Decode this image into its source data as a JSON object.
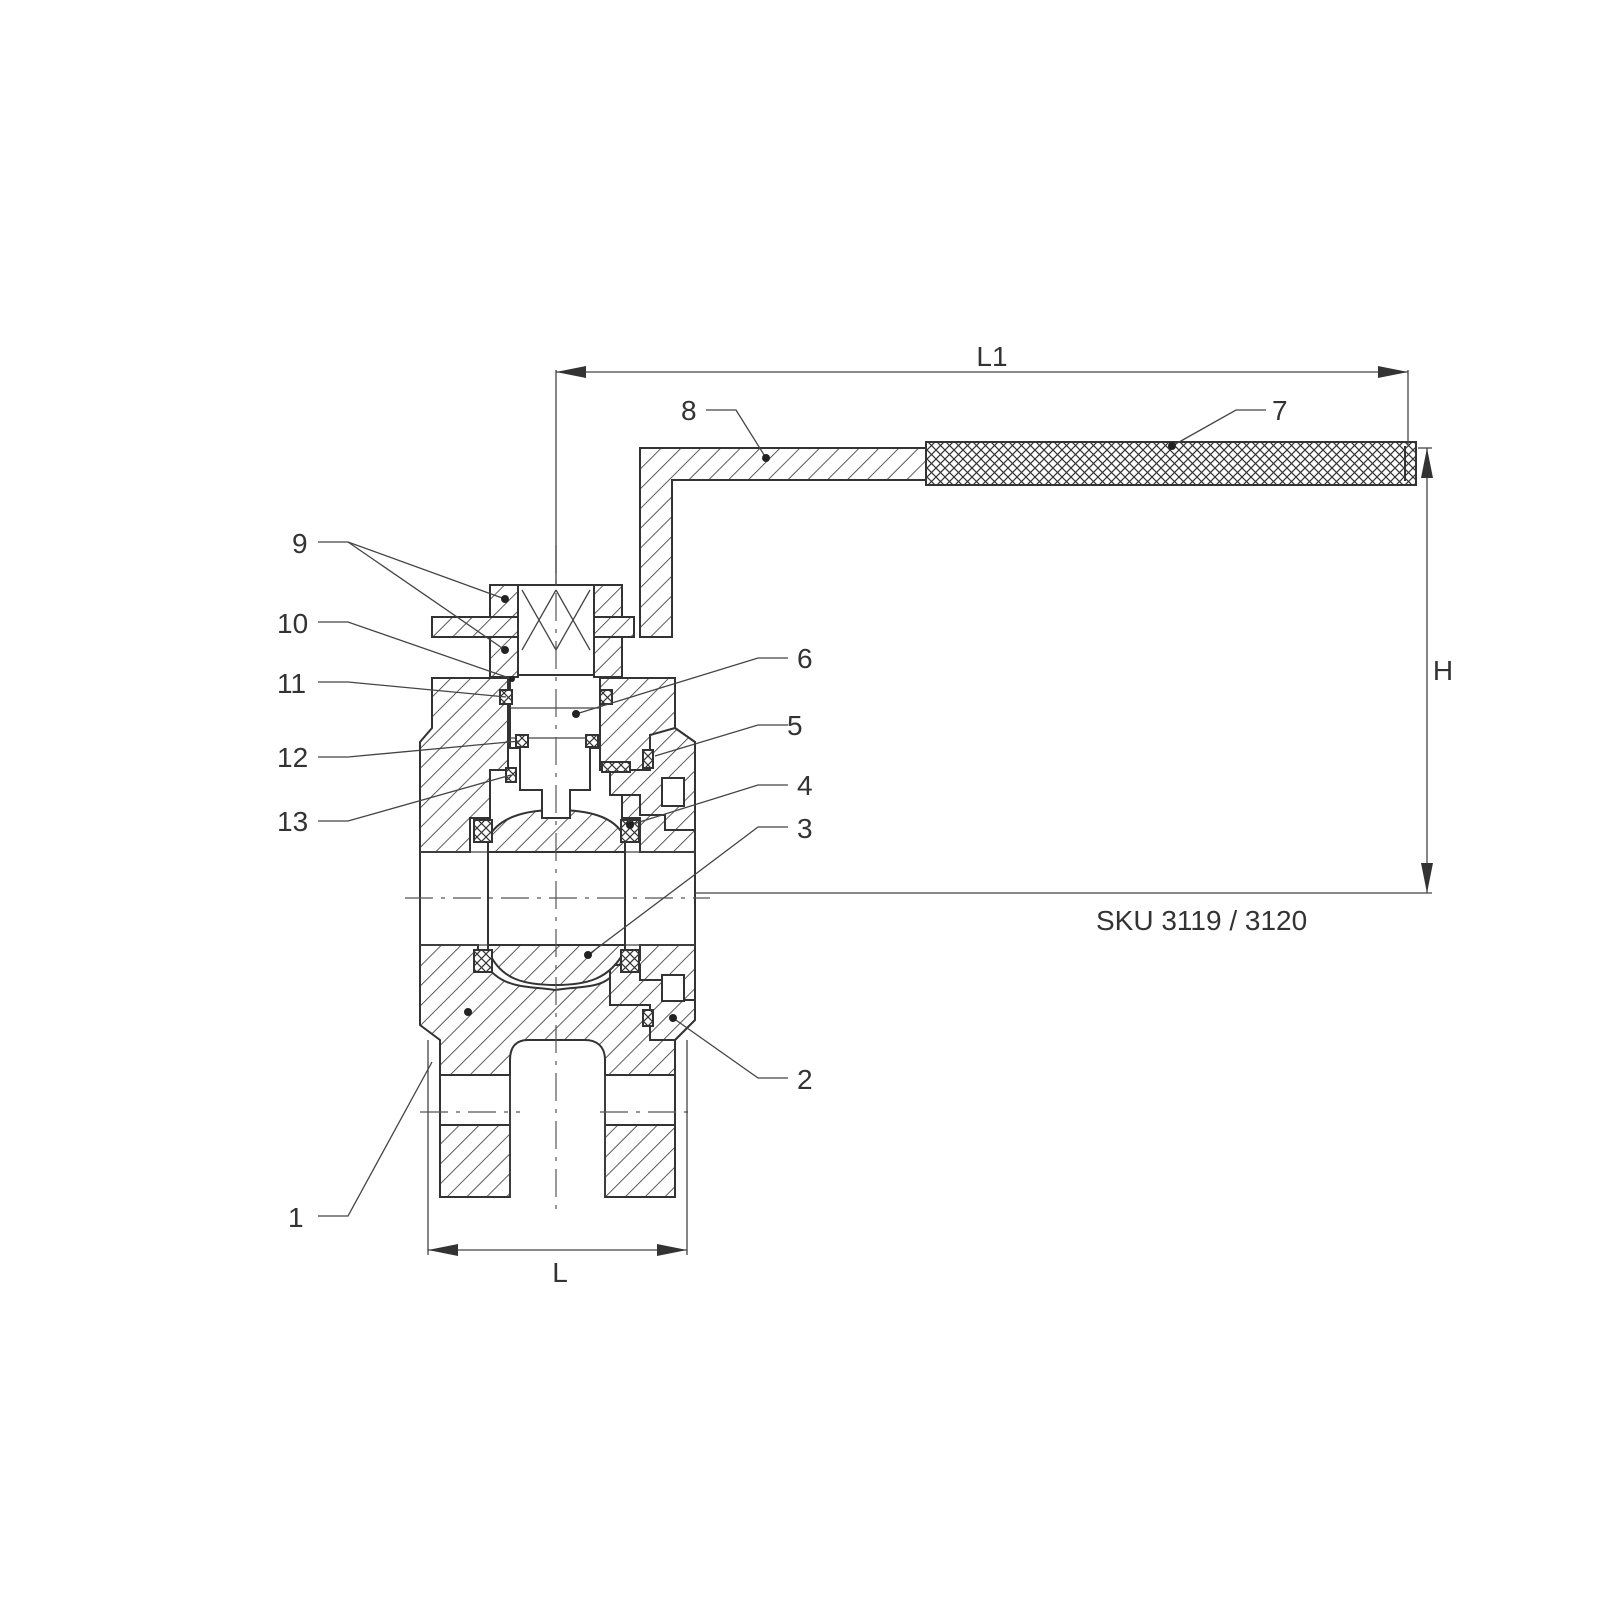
{
  "drawing": {
    "callouts": [
      "1",
      "2",
      "3",
      "4",
      "5",
      "6",
      "7",
      "8",
      "9",
      "10",
      "11",
      "12",
      "13"
    ],
    "dimensions": {
      "L": "L",
      "L1": "L1",
      "H": "H"
    },
    "sku": "SKU 3119 / 3120"
  }
}
